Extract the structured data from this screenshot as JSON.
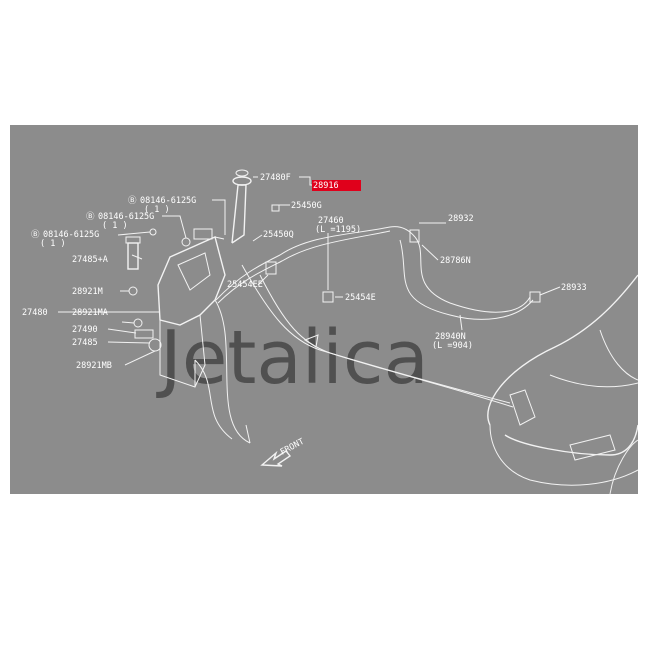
{
  "diagram": {
    "watermark": "Jetalica",
    "highlight_color": "#e0001b",
    "panel_color": "#8c8c8c",
    "labels": {
      "l_27480F": "27480F",
      "l_28916": "28916",
      "l_25450G": "25450G",
      "l_25450Q": "25450Q",
      "l_bolt1": "08146-6125G",
      "l_bolt1q": "( 1 )",
      "l_bolt2": "08146-6125G",
      "l_bolt2q": "( 1 )",
      "l_bolt3": "08146-6125G",
      "l_bolt3q": "( 1 )",
      "l_27485A": "27485+A",
      "l_28921M": "28921M",
      "l_27480": "27480",
      "l_28921MA": "28921MA",
      "l_27490": "27490",
      "l_27485": "27485",
      "l_28921MB": "28921MB",
      "l_25454EE": "25454EE",
      "l_27460": "27460",
      "l_27460L": "(L =1195)",
      "l_25454E": "25454E",
      "l_28932": "28932",
      "l_28786N": "28786N",
      "l_28933": "28933",
      "l_28940N": "28940N",
      "l_28940NL": "(L =904)",
      "l_front": "FRONT"
    }
  }
}
